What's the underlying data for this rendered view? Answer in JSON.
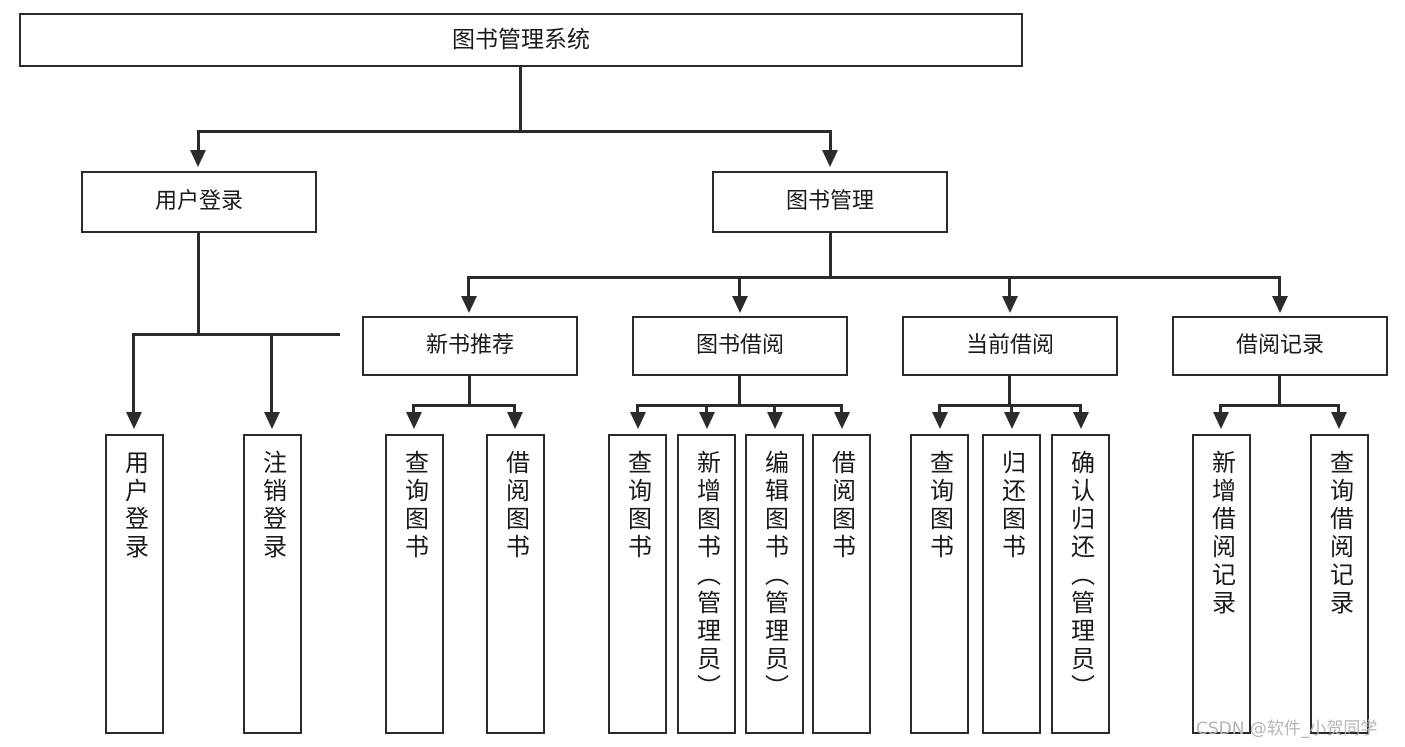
{
  "diagram": {
    "title": "图书管理系统",
    "type": "tree-hierarchy",
    "root": {
      "label": "图书管理系统"
    },
    "level2": [
      {
        "label": "用户登录"
      },
      {
        "label": "图书管理"
      }
    ],
    "level3": [
      {
        "label": "新书推荐"
      },
      {
        "label": "图书借阅"
      },
      {
        "label": "当前借阅"
      },
      {
        "label": "借阅记录"
      }
    ],
    "leaves": {
      "user_login": [
        {
          "label": "用户登录"
        },
        {
          "label": "注销登录"
        }
      ],
      "new_book_recommend": [
        {
          "label": "查询图书"
        },
        {
          "label": "借阅图书"
        }
      ],
      "book_borrow": [
        {
          "label": "查询图书"
        },
        {
          "label": "新增图书（管理员）"
        },
        {
          "label": "编辑图书（管理员）"
        },
        {
          "label": "借阅图书"
        }
      ],
      "current_borrow": [
        {
          "label": "查询图书"
        },
        {
          "label": "归还图书"
        },
        {
          "label": "确认归还（管理员）"
        }
      ],
      "borrow_record": [
        {
          "label": "新增借阅记录"
        },
        {
          "label": "查询借阅记录"
        }
      ]
    }
  },
  "watermark": {
    "text": "CSDN @软件_小贺同学"
  },
  "colors": {
    "line": "#2b2b2b",
    "box_fill": "#ffffff",
    "text": "#1a1a1a",
    "watermark": "#b6b6b6"
  }
}
